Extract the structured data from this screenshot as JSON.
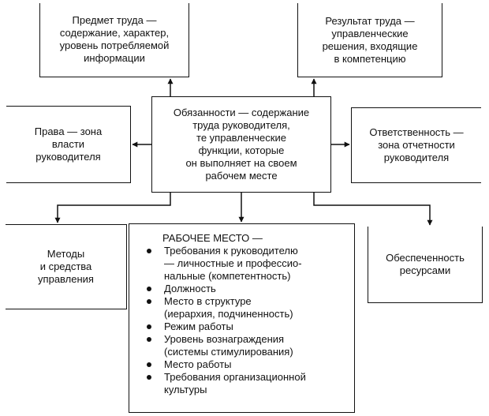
{
  "nodes": {
    "subject": {
      "lines": [
        "Предмет труда —",
        "содержание, характер,",
        "уровень потребляемой",
        "информации"
      ]
    },
    "result": {
      "lines": [
        "Результат труда —",
        "управленческие",
        "решения, входящие",
        "в компетенцию"
      ]
    },
    "duties": {
      "lines": [
        "Обязанности — содержание",
        "труда руководителя,",
        "те управленческие",
        "функции, которые",
        "он выполняет на своем",
        "рабочем месте"
      ]
    },
    "rights": {
      "lines": [
        "Права — зона",
        "власти",
        "руководителя"
      ]
    },
    "responsibility": {
      "lines": [
        "Ответственность —",
        "зона отчетности",
        "руководителя"
      ]
    },
    "methods": {
      "lines": [
        "Методы",
        "и средства",
        "управления"
      ]
    },
    "resources": {
      "lines": [
        "Обеспеченность",
        "ресурсами"
      ]
    },
    "workplace": {
      "title": "РАБОЧЕЕ МЕСТО —",
      "items": [
        {
          "lines": [
            "Требования к руководителю",
            "— личностные и профессио-",
            "нальные (компетентность)"
          ]
        },
        {
          "lines": [
            "Должность"
          ]
        },
        {
          "lines": [
            "Место в структуре",
            "(иерархия, подчиненность)"
          ]
        },
        {
          "lines": [
            "Режим работы"
          ]
        },
        {
          "lines": [
            "Уровень вознаграждения",
            "(системы стимулирования)"
          ]
        },
        {
          "lines": [
            "Место работы"
          ]
        },
        {
          "lines": [
            "Требования организационной",
            "культуры"
          ]
        }
      ]
    }
  }
}
